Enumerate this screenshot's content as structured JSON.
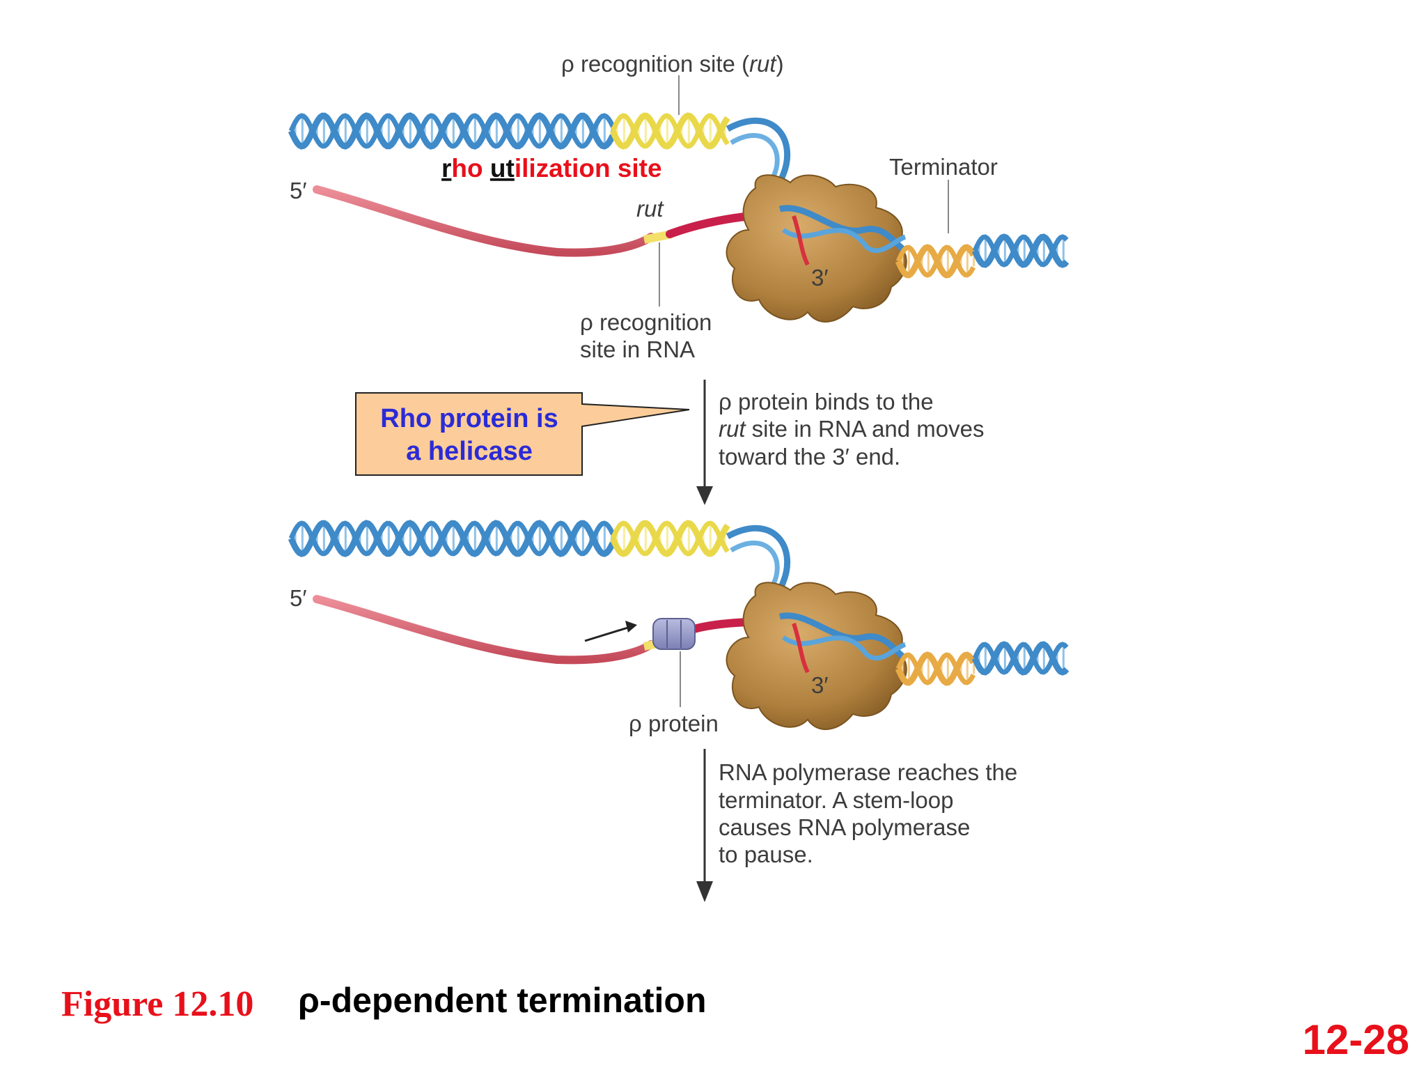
{
  "panel1": {
    "rut_dna_label_pre": "ρ recognition site (",
    "rut_dna_label_italic": "rut",
    "rut_dna_label_post": ")",
    "rho_util_r": "r",
    "rho_util_ho": "ho ",
    "rho_util_ut": "ut",
    "rho_util_rest": "ilization site",
    "terminator_label": "Terminator",
    "five_prime": "5′",
    "rut_rna_label": "rut",
    "three_prime": "3′",
    "rna_site_line1": "ρ recognition",
    "rna_site_line2": "site in RNA"
  },
  "step1": {
    "line1": "ρ protein binds to the",
    "line2_italic": "rut",
    "line2_rest": " site in RNA and moves",
    "line3": "toward the 3′ end."
  },
  "callout": {
    "line1": "Rho protein is",
    "line2": "a helicase"
  },
  "panel2": {
    "five_prime": "5′",
    "three_prime": "3′",
    "rho_protein_label": "ρ protein"
  },
  "step2": {
    "line1": "RNA polymerase reaches the",
    "line2": "terminator. A stem-loop",
    "line3": "causes RNA polymerase",
    "line4": "to pause."
  },
  "caption": {
    "figure_number": "Figure 12.10",
    "title": "ρ-dependent termination"
  },
  "slide_number": "12-28",
  "colors": {
    "dna_blue": "#3f8ac8",
    "dna_yellow": "#e9d84a",
    "dna_orange": "#e7aa45",
    "rna_pink": "#d56a74",
    "rna_dark": "#c8204a",
    "polymerase": "#b0813e",
    "rho": "#9498c8",
    "callout_fill": "#fccd9a",
    "red_text": "#e8101a",
    "blue_text": "#2b2bd6"
  }
}
